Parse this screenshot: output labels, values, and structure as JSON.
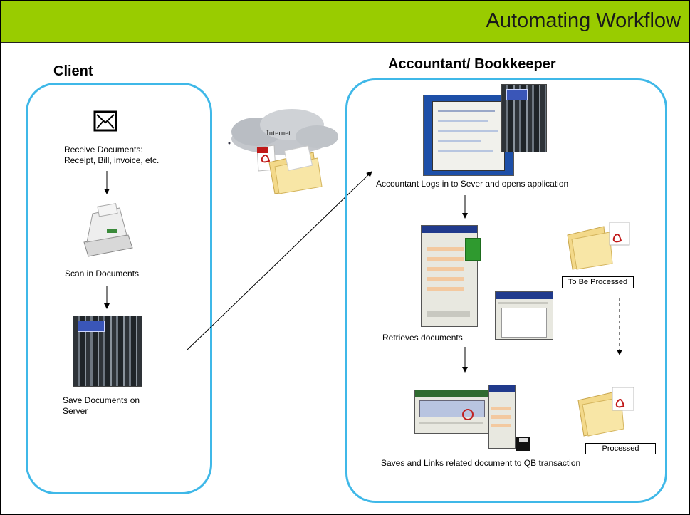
{
  "title": "Automating Workflow",
  "client": {
    "heading": "Client",
    "steps": [
      {
        "label_line1": "Receive  Documents:",
        "label_line2": "Receipt, Bill, invoice, etc.",
        "icon": "envelope-icon"
      },
      {
        "label": "Scan in Documents",
        "icon": "scanner-icon"
      },
      {
        "label_line1": "Save Documents on",
        "label_line2": "Server",
        "icon": "server-rack-icon"
      }
    ]
  },
  "internet": {
    "label": "Internet"
  },
  "accountant": {
    "heading": "Accountant/ Bookkeeper",
    "steps": [
      {
        "label": "Accountant Logs in to Sever and opens application"
      },
      {
        "label": "Retrieves documents"
      },
      {
        "label": "Saves and Links related document to QB transaction"
      }
    ],
    "status_boxes": [
      {
        "label": "To Be Processed"
      },
      {
        "label": "Processed"
      }
    ]
  },
  "colors": {
    "title_bar": "#99cc00",
    "panel_border": "#3fb8e8"
  }
}
